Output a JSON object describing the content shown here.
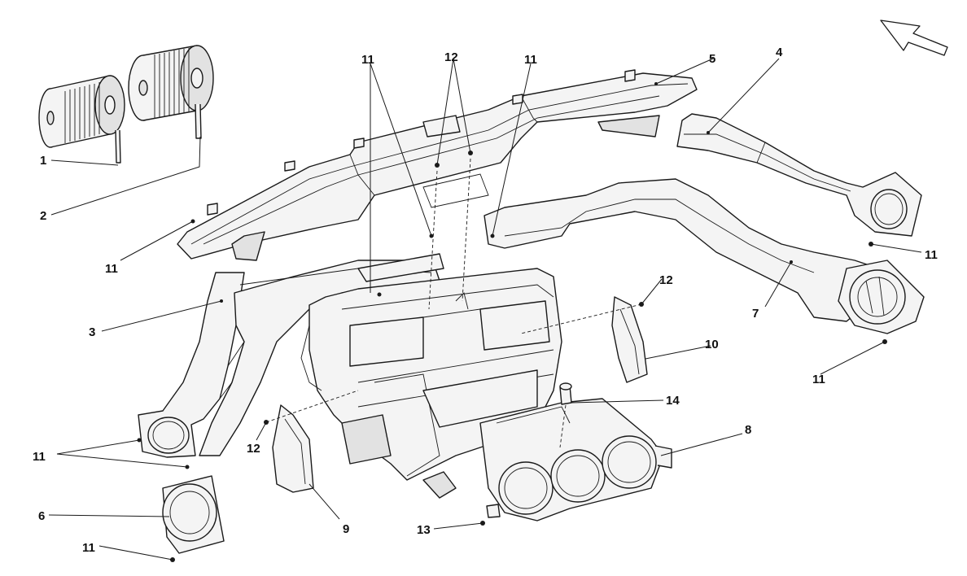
{
  "callouts": {
    "c1": "1",
    "c2": "2",
    "c3": "3",
    "c4": "4",
    "c5": "5",
    "c6": "6",
    "c7": "7",
    "c8": "8",
    "c9": "9",
    "c10": "10",
    "c11_top_left": "11",
    "c11_top_right": "11",
    "c11_left_duct": "11",
    "c11_right_vent_top": "11",
    "c11_right_vent_bottom": "11",
    "c11_left_vent_a": "11",
    "c11_bottom_left": "11",
    "c12_top": "12",
    "c12_right": "12",
    "c12_left": "12",
    "c13": "13",
    "c14": "14"
  },
  "icons": {
    "direction_arrow": "arrow-icon"
  }
}
